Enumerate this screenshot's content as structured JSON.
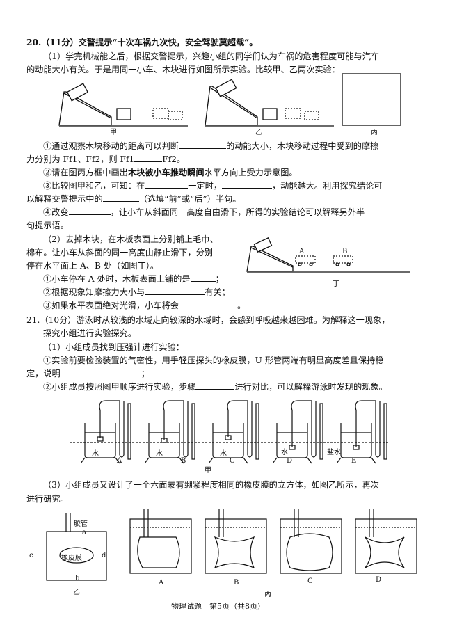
{
  "q20": {
    "header": "20.（11分）交警提示“十次车祸九次快，安全驾驶莫超载”。",
    "p1a": "（1）学完机械能之后，根据交警提示，兴趣小组的同学们认为车祸的危害程度可能与汽车",
    "p1b": "的动能大小有关。于是用同一小车、木块进行如图所示实验。比较甲、乙两次实验：",
    "fig_labels": [
      "甲",
      "乙",
      "丙"
    ],
    "i1a": "①通过观察木块移动的距离可以判断",
    "i1b": "的动能大小，木块移动过程中受到的摩擦",
    "i1c": "力分别为 Ff1、Ff2，则 Ff1",
    "i1d": "Ff2。",
    "i2a": "②请在图丙方框中画出",
    "i2b": "木块被小车推动瞬间",
    "i2c": "水平方向上受力示意图。",
    "i3a": "③比较图甲和乙，可知：在",
    "i3b": "一定时，",
    "i3c": "，动能越大。利用探究结论可",
    "i3d": "以解释交警提示中的",
    "i3e": "（选填“前”或“后”）半句。",
    "i4a": "④改变",
    "i4b": "，让小车从斜面同一高度自由滑下，所得的实验结论可以解释另外半",
    "i4c": "句提示语。",
    "p2a": "（2）去掉木块，在木板表面上分别铺上毛巾、",
    "p2b": "棉布。让小车从斜面的同一高度由静止滑下，分别",
    "p2c": "停在水平面上 A、B 处（如图丁）。",
    "ding_labels": [
      "A",
      "B",
      "丁"
    ],
    "j1": "①小车停在 A 处时，木板表面上铺的是",
    "j1e": "；",
    "j2a": "②根据现象知摩擦力大小与",
    "j2b": "有关；",
    "j3": "③如果水平表面绝对光滑，小车将会",
    "j3e": "。"
  },
  "q21": {
    "header": "21.（10分）游泳时从较浅的水域走向较深的水域时，会感到呼吸越来越困难。为解释这一现象，",
    "l2": "探究小组进行实验探究。",
    "p1": "（1）小组成员找到压强计进行实验：",
    "k1a": "①实验前要检验装置的气密性，用手轻压探头的橡皮膜，U 形管两端有明显高度差且保持稳",
    "k1b": "定，说明",
    "k1c": "；",
    "k2a": "②小组成员按照图甲顺序进行实验，步骤",
    "k2b": "进行对比，可以解释游泳时发现的现象。",
    "beaker_labels": [
      "A",
      "B",
      "C",
      "D",
      "E"
    ],
    "liquid_labels": [
      "水",
      "水",
      "水",
      "水",
      "盐水"
    ],
    "fig_jia": "甲",
    "p3a": "（3）小组成员又设计了一个六面蒙有绷紧程度相同的橡皮膜的立方体，如图乙所示，再次",
    "p3b": "进行研究。",
    "yi": {
      "tube": "胶管",
      "membrane": "橡皮膜",
      "a_top": "a",
      "a_right": "d",
      "c": "c",
      "b": "b",
      "caption": "乙"
    },
    "bing_labels": [
      "A",
      "B",
      "C",
      "D"
    ],
    "bing_caption": "丙"
  },
  "footer": "物理试题　第5页（共8页）"
}
